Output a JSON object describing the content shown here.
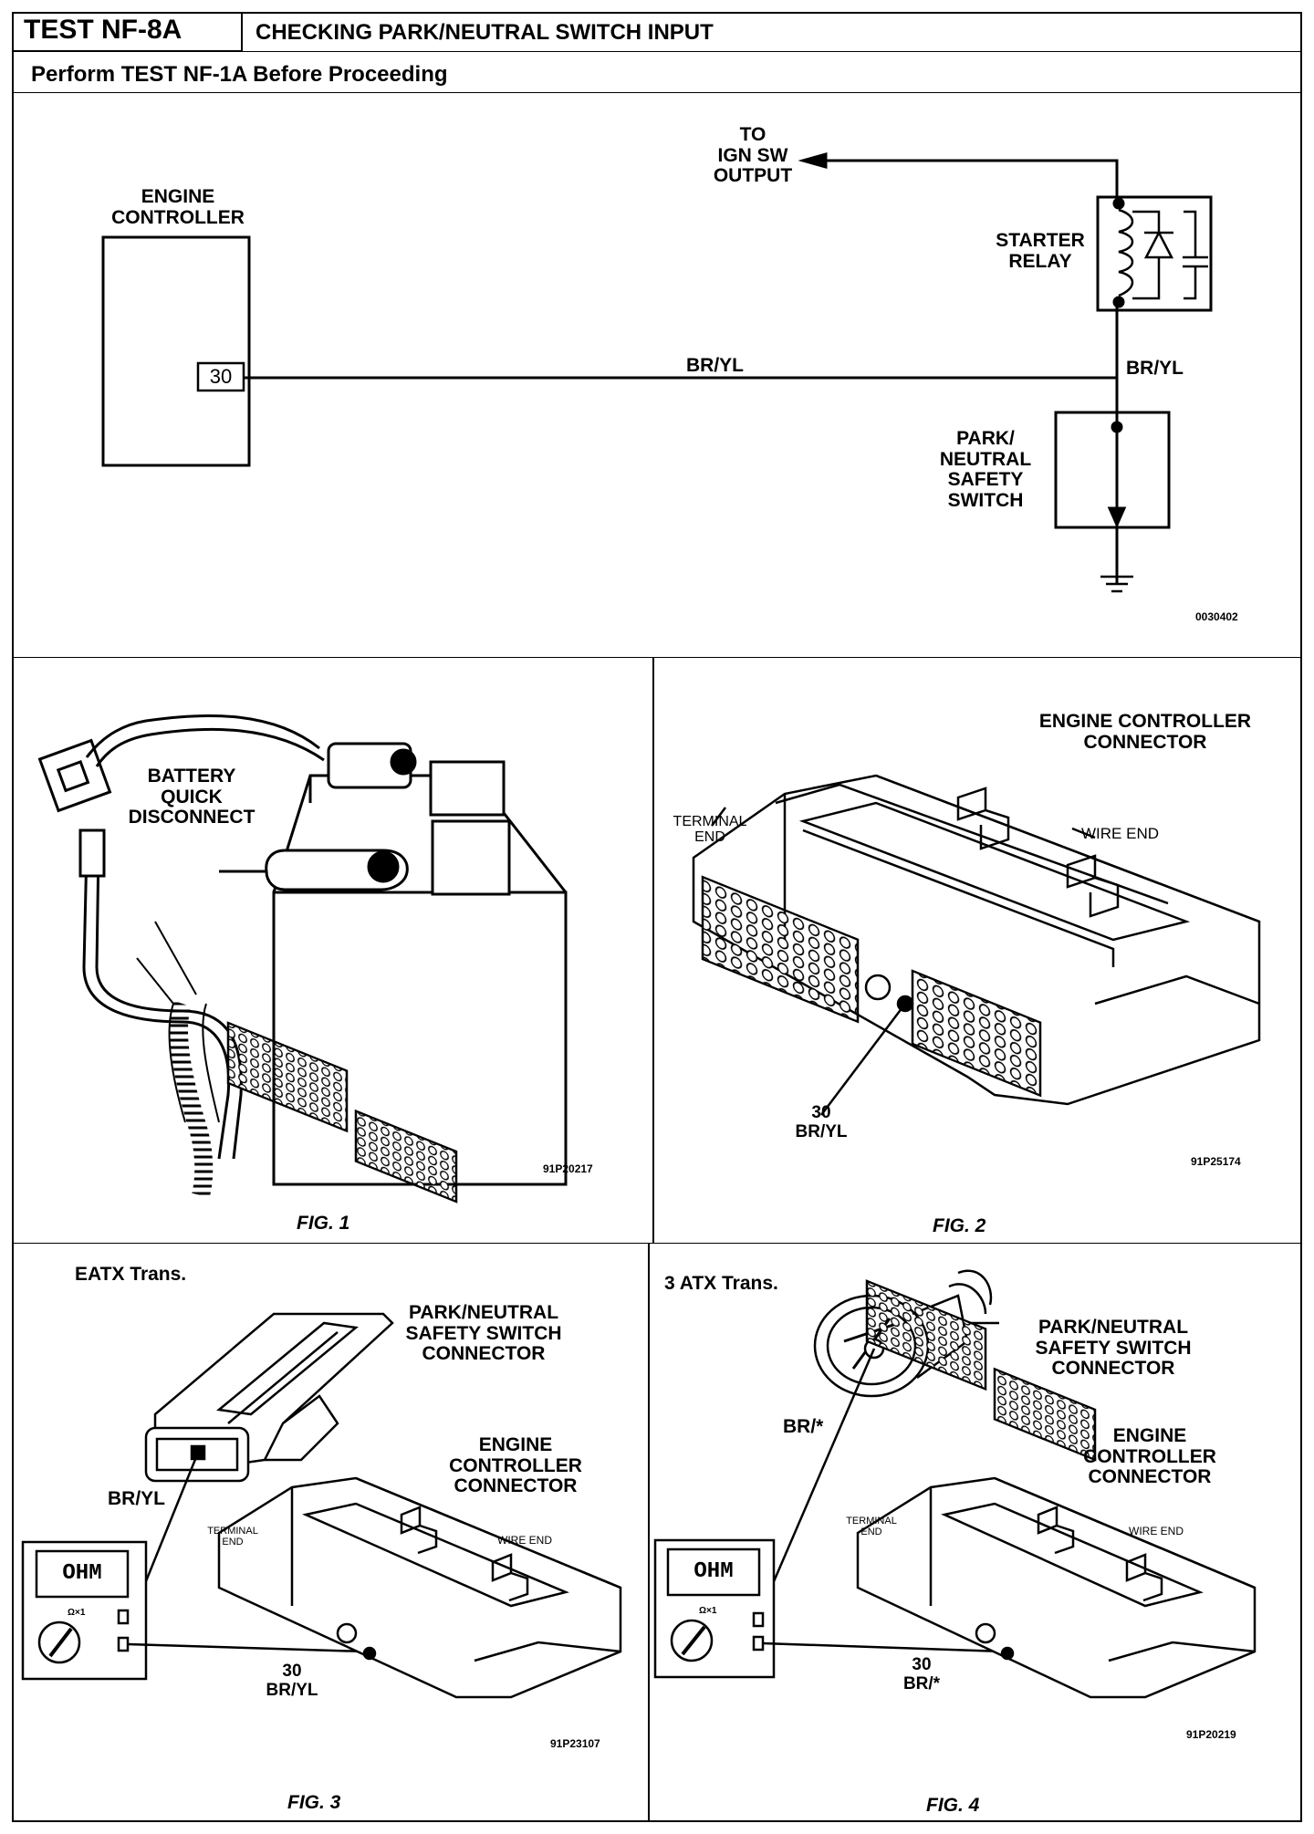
{
  "header": {
    "test_id": "TEST NF-8A",
    "title": "CHECKING PARK/NEUTRAL SWITCH INPUT",
    "instruction": "Perform TEST NF-1A Before Proceeding"
  },
  "schematic": {
    "ign_label": "TO\nIGN SW\nOUTPUT",
    "controller_label": "ENGINE\nCONTROLLER",
    "pin_label": "30",
    "wire_label_main": "BR/YL",
    "wire_label_vertical": "BR/YL",
    "relay_label": "STARTER\nRELAY",
    "switch_label": "PARK/\nNEUTRAL\nSAFETY\nSWITCH",
    "drawing_code": "0030402"
  },
  "fig1": {
    "caption": "FIG. 1",
    "battery_label": "BATTERY\nQUICK\nDISCONNECT",
    "code": "91P20217"
  },
  "fig2": {
    "caption": "FIG. 2",
    "connector_label": "ENGINE CONTROLLER\nCONNECTOR",
    "terminal_end": "TERMINAL\nEND",
    "wire_end": "WIRE END",
    "pin_label": "30\nBR/YL",
    "code": "91P25174"
  },
  "fig3": {
    "caption": "FIG. 3",
    "trans_label": "EATX Trans.",
    "switch_connector": "PARK/NEUTRAL\nSAFETY SWITCH\nCONNECTOR",
    "controller_connector": "ENGINE\nCONTROLLER\nCONNECTOR",
    "wire_label": "BR/YL",
    "terminal_end": "TERMINAL\nEND",
    "wire_end": "WIRE END",
    "meter_display": "OHM",
    "meter_range": "Ω×1",
    "pin_label": "30\nBR/YL",
    "code": "91P23107"
  },
  "fig4": {
    "caption": "FIG. 4",
    "trans_label": "3 ATX Trans.",
    "switch_connector": "PARK/NEUTRAL\nSAFETY SWITCH\nCONNECTOR",
    "controller_connector": "ENGINE\nCONTROLLER\nCONNECTOR",
    "wire_label": "BR/*",
    "terminal_end": "TERMINAL\nEND",
    "wire_end": "WIRE END",
    "meter_display": "OHM",
    "meter_range": "Ω×1",
    "pin_label": "30\nBR/*",
    "code": "91P20219"
  }
}
